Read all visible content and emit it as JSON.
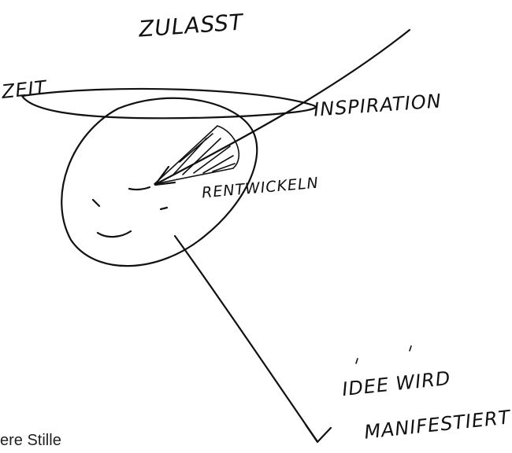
{
  "labels": {
    "top": "ZULASST",
    "left": "ZEIT",
    "inspiration": "INSPIRATION",
    "middle": "RENTWICKELN",
    "idee": "IDEE WIRD",
    "manifest": "MANIFESTIERT"
  },
  "caption": "ere Stille"
}
